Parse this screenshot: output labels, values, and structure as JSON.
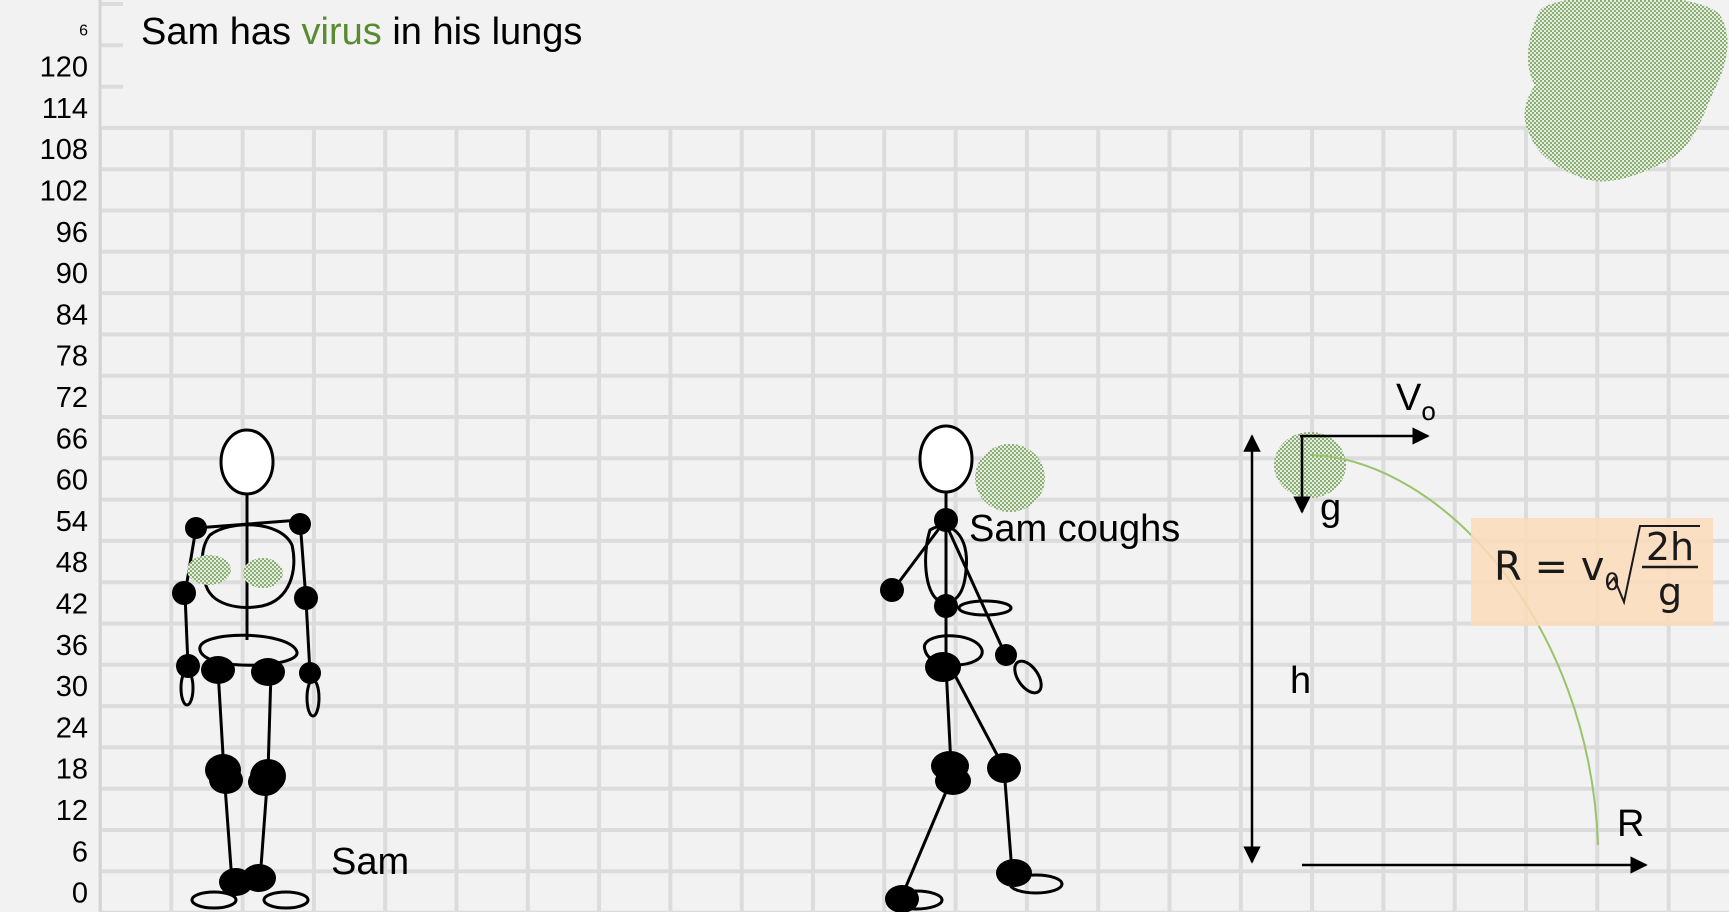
{
  "title": {
    "prefix": "Sam has ",
    "highlight": "virus",
    "suffix": " in his lungs"
  },
  "row_numbers": [
    "6",
    "120",
    "114",
    "108",
    "102",
    "96",
    "90",
    "84",
    "78",
    "72",
    "66",
    "60",
    "54",
    "48",
    "42",
    "36",
    "30",
    "24",
    "18",
    "12",
    "6",
    "0"
  ],
  "labels": {
    "sam": "Sam",
    "coughs": "Sam coughs",
    "velocity": "V",
    "velocity_sub": "o",
    "gravity": "g",
    "height": "h",
    "range": "R"
  },
  "formula": {
    "lhs": "R = v",
    "sub": "0",
    "numerator": "2h",
    "denominator": "g"
  },
  "colors": {
    "highlight": "#5a8a32",
    "virus_dots": "#4f7f2f",
    "virus_bg": "#e3eedc",
    "trajectory": "#9bc36b",
    "formula_bg": "#fbdcbb",
    "grid": "#dcdcdc"
  }
}
